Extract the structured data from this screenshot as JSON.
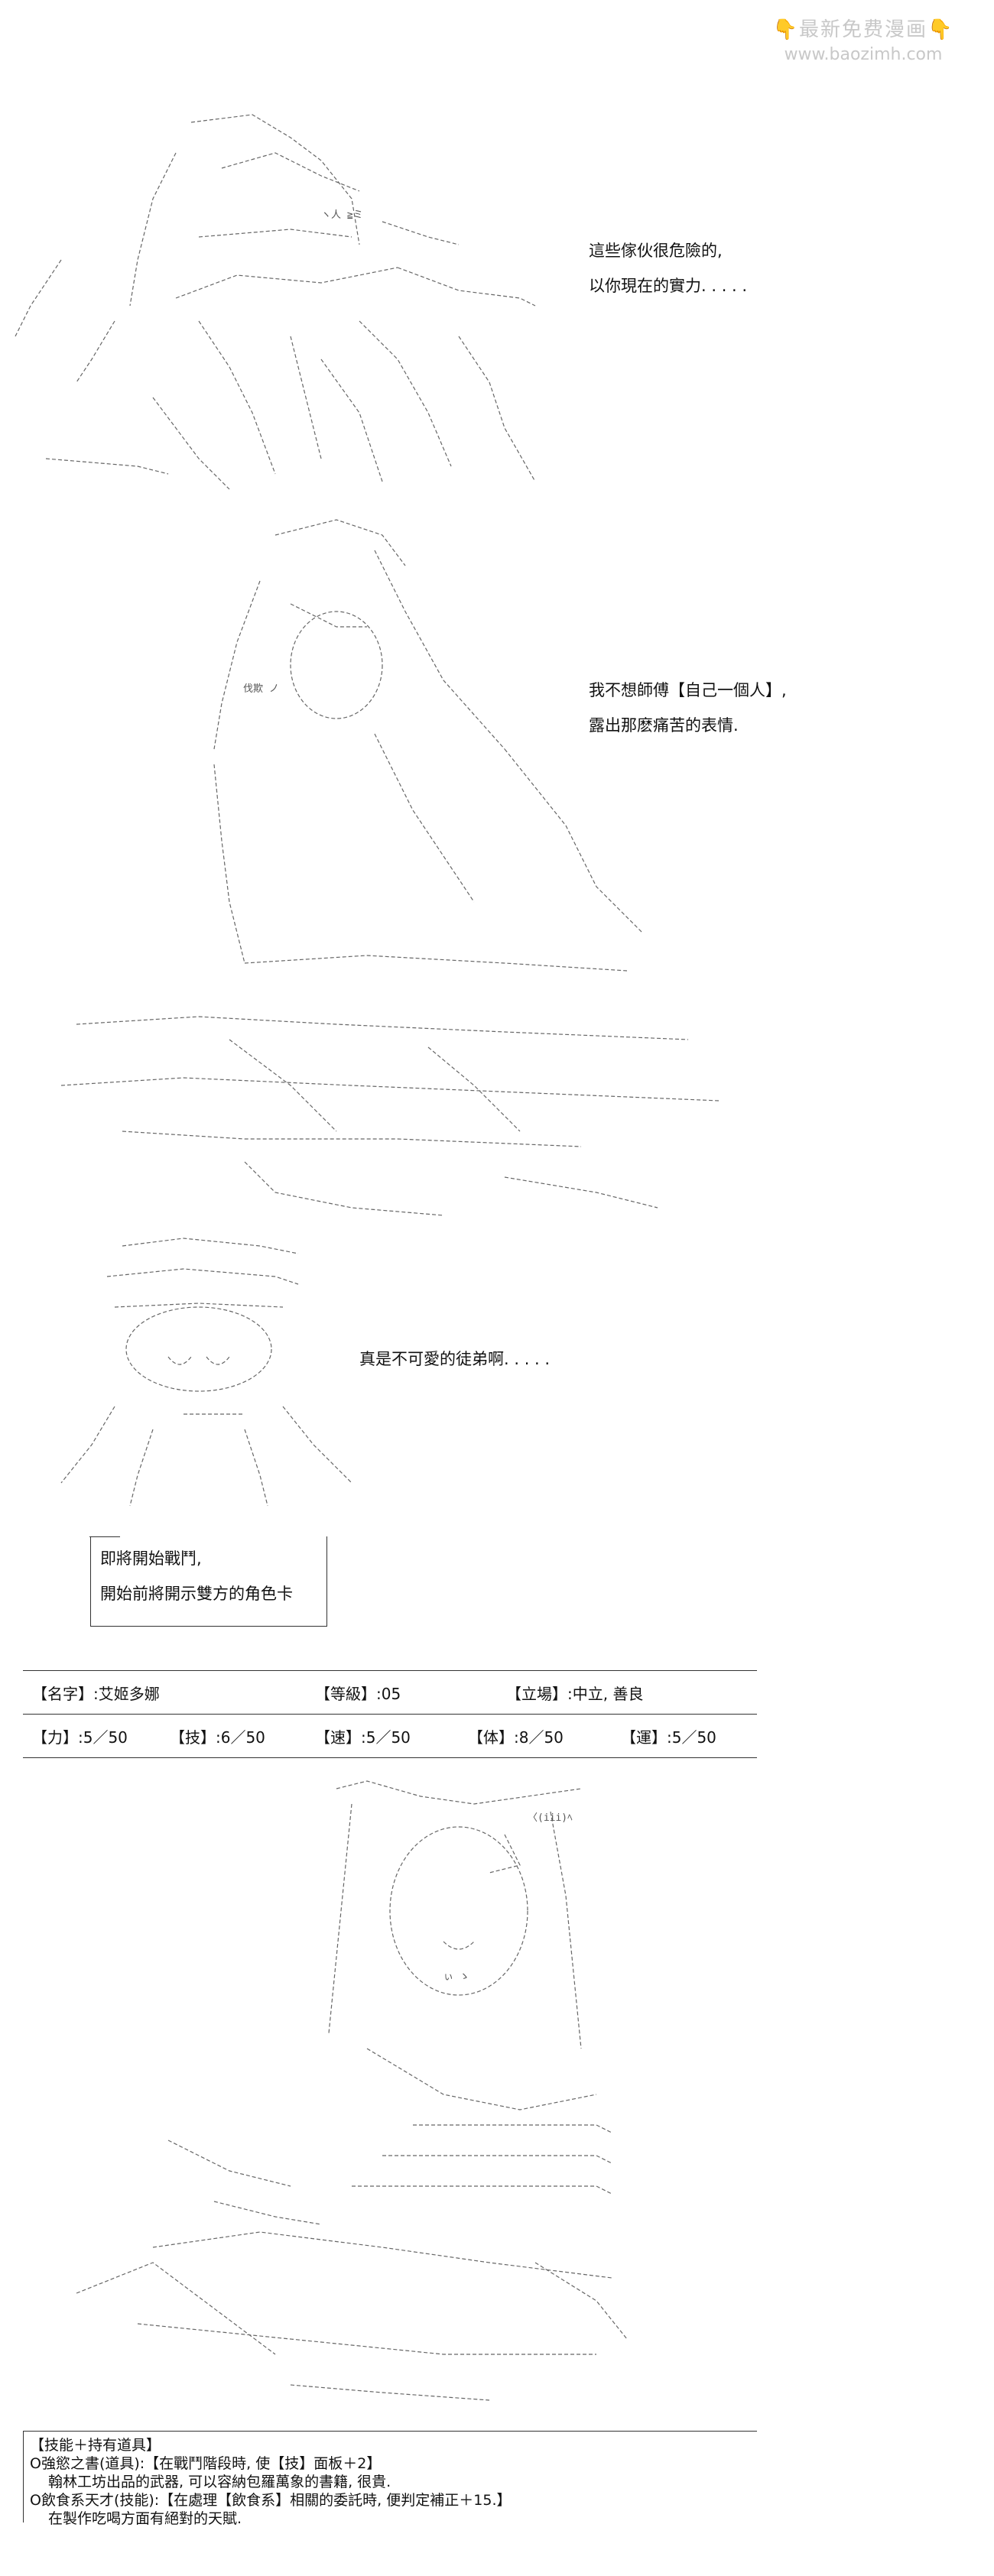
{
  "watermark": {
    "line1": "最新免费漫画",
    "line2": "www.baozimh.com",
    "icon_left": "👇",
    "icon_right": "👇"
  },
  "panel1": {
    "dialog": [
      "這些傢伙很危險的,",
      "以你現在的實力. . . . ."
    ]
  },
  "panel2": {
    "dialog": [
      "我不想師傅【自己一個人】,",
      "露出那麽痛苦的表情."
    ]
  },
  "panel3": {
    "dialog": [
      "真是不可愛的徒弟啊. . . . ."
    ]
  },
  "notice": {
    "lines": [
      "即將開始戰鬥,",
      "開始前將開示雙方的角色卡"
    ]
  },
  "card": {
    "name": "【名字】:艾姬多娜",
    "level": "【等級】:05",
    "stance": "【立場】:中立, 善良",
    "str": "【力】:5／50",
    "tech": "【技】:6／50",
    "speed": "【速】:5／50",
    "body": "【体】:8／50",
    "luck": "【運】:5／50"
  },
  "skills": {
    "header": "【技能＋持有道具】",
    "item1_title": "O強慾之書(道具):【在戰鬥階段時, 使【技】面板＋2】",
    "item1_desc": "翰林工坊出品的武器, 可以容納包羅萬象的書籍, 很貴.",
    "item2_title": "O飲食系天才(技能):【在處理【飲食系】相關的委託時, 便判定補正＋15.】",
    "item2_desc": "在製作吃喝方面有絕對的天賦."
  },
  "art_labels": {
    "panel1_face": "ヽ人 ≧ミ",
    "panel2_face": "伐欺 ノ",
    "panel4_hair": "〈(iii)ﾍ",
    "panel4_mouth": "ぃ ゝ"
  }
}
